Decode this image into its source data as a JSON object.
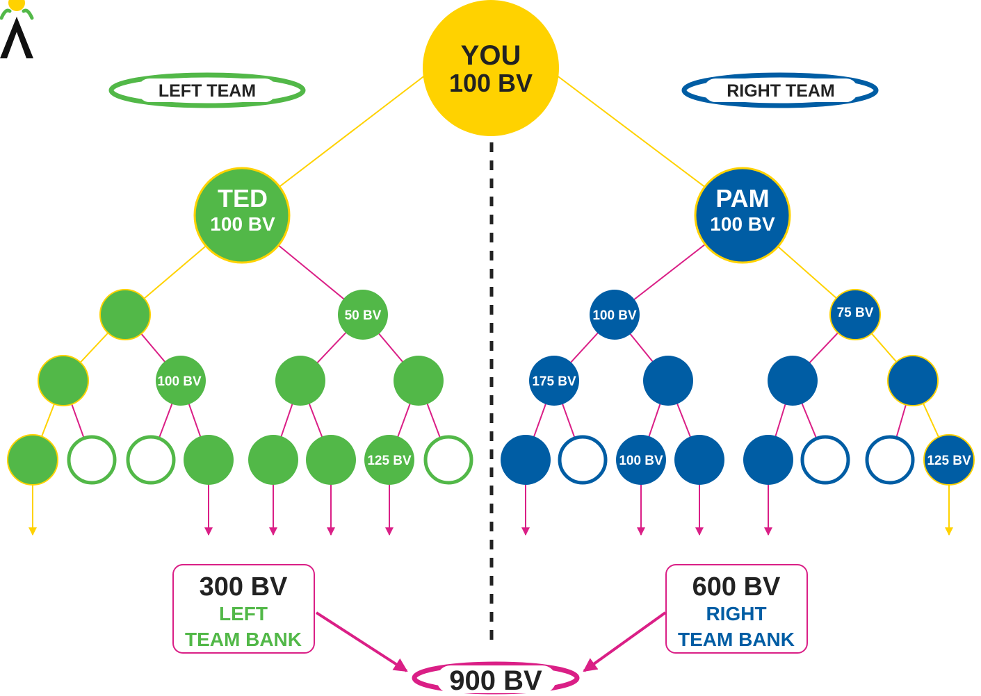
{
  "colors": {
    "yellow": "#FFD200",
    "green": "#52B848",
    "blue": "#005DA4",
    "magenta": "#DA1F86",
    "dark": "#222222",
    "white": "#ffffff"
  },
  "header": {
    "left_team": "LEFT TEAM",
    "right_team": "RIGHT TEAM"
  },
  "root": {
    "name": "YOU",
    "bv": "100 BV"
  },
  "left_leader": {
    "name": "TED",
    "bv": "100 BV"
  },
  "right_leader": {
    "name": "PAM",
    "bv": "100 BV"
  },
  "left_tree": {
    "level2": [
      "",
      "50 BV"
    ],
    "level3": [
      "",
      "100 BV",
      "",
      ""
    ],
    "level4": [
      "",
      "",
      "",
      "",
      "",
      "",
      "125 BV",
      ""
    ]
  },
  "right_tree": {
    "level2": [
      "100 BV",
      "75 BV"
    ],
    "level3": [
      "175 BV",
      "",
      "",
      ""
    ],
    "level4": [
      "",
      "",
      "100 BV",
      "",
      "",
      "",
      "",
      "125 BV"
    ]
  },
  "left_bank": {
    "amount": "300 BV",
    "line1": "LEFT",
    "line2": "TEAM BANK"
  },
  "right_bank": {
    "amount": "600 BV",
    "line1": "RIGHT",
    "line2": "TEAM BANK"
  },
  "total": {
    "amount": "900 BV"
  },
  "logo": {
    "letter": "A"
  }
}
